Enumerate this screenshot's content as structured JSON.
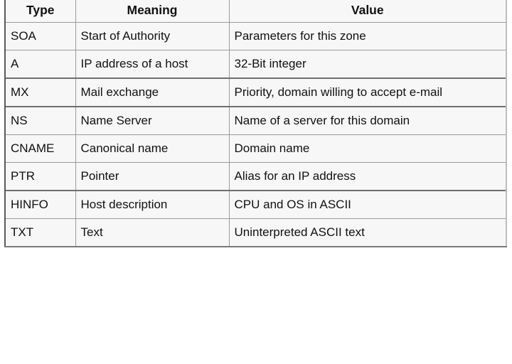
{
  "document": {
    "kind": "scanned-table-figure",
    "background_color": "#ffffff",
    "cell_background_color": "#f7f7f7",
    "border_color": "#9a9a9a",
    "text_color": "#111111"
  },
  "table": {
    "name": "dns-resource-record-types",
    "columns": [
      "Type",
      "Meaning",
      "Value"
    ],
    "rows": [
      {
        "type": "SOA",
        "meaning": "Start of Authority",
        "value": "Parameters for this zone",
        "heavy_rule": false
      },
      {
        "type": "A",
        "meaning": "IP address of a host",
        "value": "32-Bit integer",
        "heavy_rule": false
      },
      {
        "type": "MX",
        "meaning": "Mail exchange",
        "value": "Priority, domain willing to accept e-mail",
        "heavy_rule": true
      },
      {
        "type": "NS",
        "meaning": "Name Server",
        "value": "Name of a server for this domain",
        "heavy_rule": true
      },
      {
        "type": "CNAME",
        "meaning": "Canonical name",
        "value": "Domain name",
        "heavy_rule": false
      },
      {
        "type": "PTR",
        "meaning": "Pointer",
        "value": "Alias for an IP address",
        "heavy_rule": false
      },
      {
        "type": "HINFO",
        "meaning": "Host description",
        "value": "CPU and OS in ASCII",
        "heavy_rule": true
      },
      {
        "type": "TXT",
        "meaning": "Text",
        "value": "Uninterpreted ASCII text",
        "heavy_rule": false
      }
    ]
  }
}
